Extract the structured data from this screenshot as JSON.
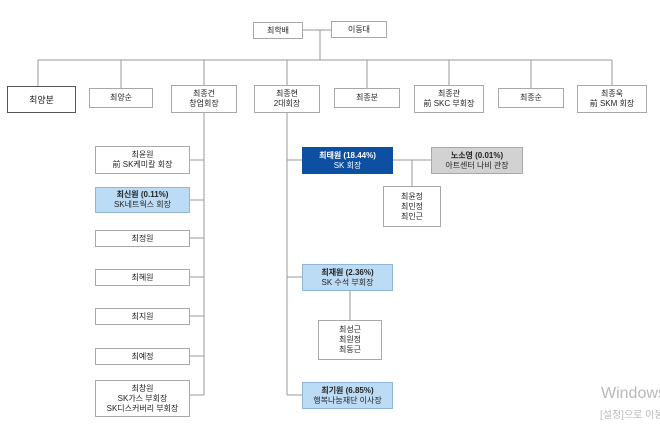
{
  "top": {
    "father": "최학배",
    "mother": "이동대"
  },
  "children": {
    "c1": "최양분",
    "c2": "최양순",
    "c3": {
      "name": "최종건",
      "title": "창업회장"
    },
    "c4": {
      "name": "최종현",
      "title": "2대회장"
    },
    "c5": "최종분",
    "c6": {
      "name": "최종관",
      "title": "前 SKC 부회장"
    },
    "c7": "최종순",
    "c8": {
      "name": "최종욱",
      "title": "前 SKM 회장"
    }
  },
  "left_branch": [
    {
      "name": "최윤원",
      "title": "前 SK케미칼 회장"
    },
    {
      "name": "최신원 (0.11%)",
      "title": "SK네트웍스 회장"
    },
    {
      "name": "최정원"
    },
    {
      "name": "최혜원"
    },
    {
      "name": "최지원"
    },
    {
      "name": "최예정"
    },
    {
      "name": "최창원",
      "title": "SK가스 부회장",
      "title2": "SK디스커버리 부회장"
    }
  ],
  "right_branch": {
    "chey": {
      "name": "최태원 (18.44%)",
      "title": "SK 회장"
    },
    "roh": {
      "name": "노소영 (0.01%)",
      "title": "아트센터 나비 관장"
    },
    "chey_kids": [
      "최윤정",
      "최민정",
      "최인근"
    ],
    "jaewon": {
      "name": "최재원 (2.36%)",
      "title": "SK 수석 부회장"
    },
    "jaewon_kids": [
      "최성근",
      "최원정",
      "최동근"
    ],
    "giwon": {
      "name": "최기원 (6.85%)",
      "title": "행복나눔재단 이사장"
    }
  },
  "watermark": {
    "line1": "Windows 정품 인증",
    "line2": "[설정]으로 이동하여"
  }
}
